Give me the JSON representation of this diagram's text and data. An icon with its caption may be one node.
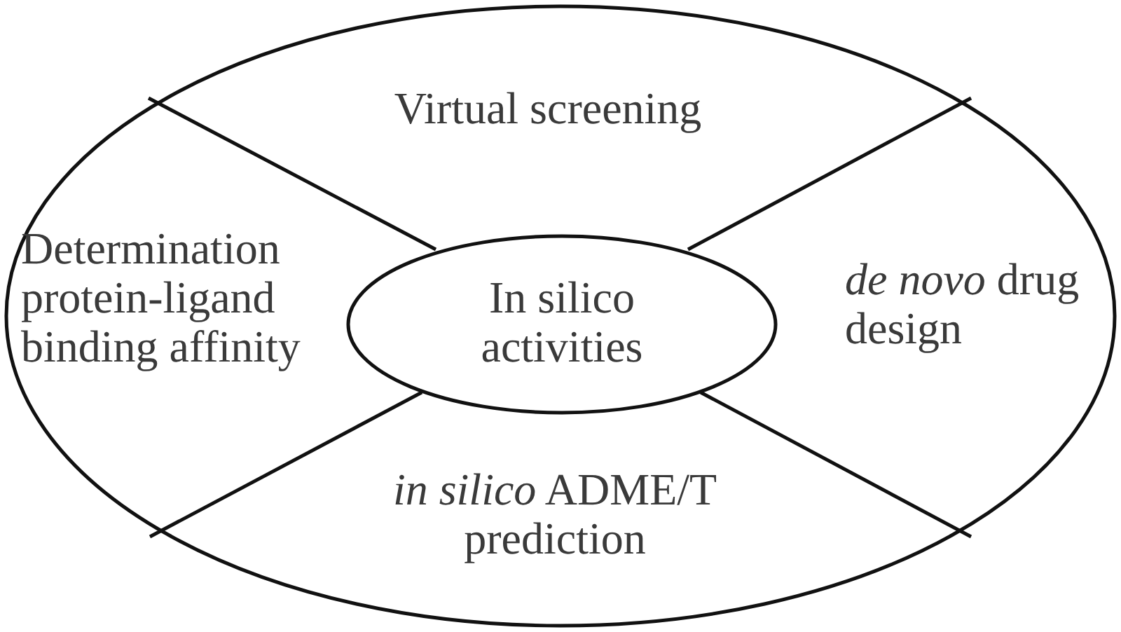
{
  "diagram": {
    "nodes": [
      {
        "text": [],
        "shape": "ellipse"
      },
      {
        "text": [
          "Virtual screening"
        ],
        "in": 0
      },
      {
        "text": [
          "Determination protein-ligand binding affinity"
        ],
        "in": 0
      },
      {
        "text": [
          "In silico activities"
        ],
        "in": 0
      },
      {
        "text": [
          "*de novo* drug design"
        ],
        "in": 0
      },
      {
        "text": [
          "*in silico* ADME/T prediction"
        ],
        "in": 0
      }
    ]
  }
}
